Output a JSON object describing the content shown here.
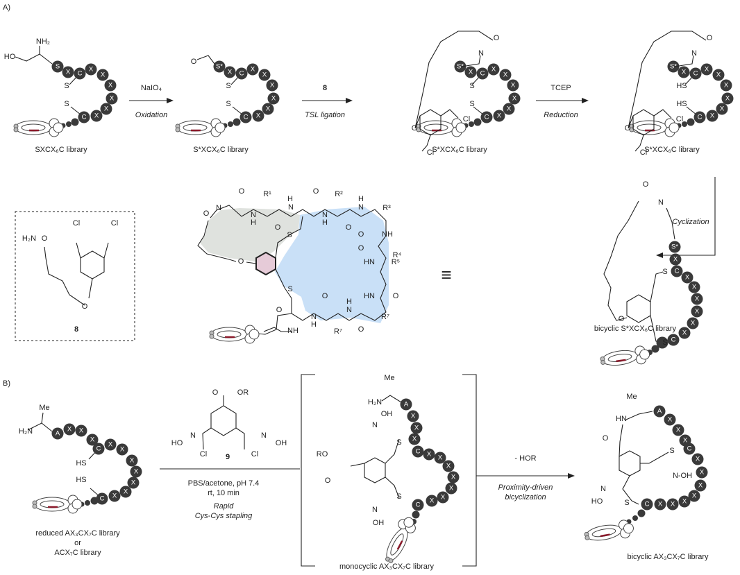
{
  "panel_a": {
    "label": "A)",
    "structures": [
      {
        "caption": "SXCX₆C library",
        "sequence": [
          "S",
          "X",
          "C",
          "X",
          "X",
          "X",
          "X",
          "X",
          "X",
          "C"
        ],
        "atoms": [
          "HO",
          "NH₂",
          "S",
          "S"
        ]
      },
      {
        "caption": "S*XCX₆C library",
        "sequence": [
          "S*",
          "X",
          "C",
          "X",
          "X",
          "X",
          "X",
          "X",
          "X",
          "C"
        ],
        "atoms": [
          "O",
          "S",
          "S"
        ]
      },
      {
        "caption": "S*XCX₆C library",
        "sequence": [
          "S*",
          "X",
          "C",
          "X",
          "X",
          "X",
          "X",
          "X",
          "X",
          "C"
        ],
        "atoms": [
          "O",
          "N",
          "O",
          "Cl",
          "Cl",
          "S",
          "S"
        ]
      },
      {
        "caption": "S*XCX₆C library",
        "sequence": [
          "S*",
          "X",
          "C",
          "X",
          "X",
          "X",
          "X",
          "X",
          "X",
          "C"
        ],
        "atoms": [
          "O",
          "N",
          "O",
          "Cl",
          "Cl",
          "HS",
          "HS"
        ]
      }
    ],
    "arrows": [
      {
        "above": "NaIO₄",
        "below": "Oxidation"
      },
      {
        "above": "8",
        "below": "TSL ligation"
      },
      {
        "above": "TCEP",
        "below": "Reduction"
      },
      {
        "label": "Cyclization"
      }
    ],
    "compound8": {
      "label": "8",
      "atoms": [
        "H₂N",
        "O",
        "Cl",
        "Cl",
        "O"
      ]
    },
    "macrocycle": {
      "atoms": [
        "O",
        "N",
        "O",
        "R¹",
        "N",
        "H",
        "O",
        "H",
        "N",
        "O",
        "R²",
        "N",
        "H",
        "O",
        "H",
        "N",
        "R³",
        "O",
        "NH",
        "O",
        "R⁴",
        "HN",
        "R⁵",
        "HN",
        "O",
        "R⁷",
        "O",
        "H",
        "N",
        "O",
        "R⁷",
        "N",
        "H",
        "O",
        "NH",
        "S",
        "S",
        "O"
      ]
    },
    "equivalence": "≡",
    "bicyclic": {
      "caption": "bicyclic S*XCX₆C library",
      "sequence": [
        "S*",
        "X",
        "C",
        "X",
        "X",
        "X",
        "X",
        "X",
        "X",
        "C"
      ],
      "atoms": [
        "O",
        "N",
        "O",
        "S",
        "S"
      ]
    }
  },
  "panel_b": {
    "label": "B)",
    "reduced": {
      "caption_lines": [
        "reduced AX₃CX₇C library",
        "or",
        "ACX₇C library"
      ],
      "sequence": [
        "A",
        "X",
        "X",
        "X",
        "C",
        "X",
        "X",
        "X",
        "X",
        "X",
        "X",
        "X",
        "C"
      ],
      "atoms": [
        "Me",
        "H₂N",
        "HS",
        "HS"
      ]
    },
    "reagent9": {
      "label": "9",
      "atoms": [
        "O",
        "OR",
        "HO",
        "N",
        "N",
        "OH",
        "Cl",
        "Cl"
      ]
    },
    "conditions": [
      "PBS/acetone, pH 7.4",
      "rt, 10 min"
    ],
    "conditions_italic": [
      "Rapid",
      "Cys-Cys stapling"
    ],
    "monocyclic": {
      "caption": "monocyclic AX₃CX₇C library",
      "sequence": [
        "A",
        "X",
        "X",
        "X",
        "C",
        "X",
        "X",
        "X",
        "X",
        "X",
        "X",
        "X",
        "C"
      ],
      "atoms": [
        "Me",
        "H₂N",
        "OH",
        "N",
        "S",
        "RO",
        "O",
        "S",
        "N",
        "OH"
      ]
    },
    "arrow2": {
      "above": "- HOR",
      "below_lines": [
        "Proximity-driven",
        "bicyclization"
      ]
    },
    "bicyclic": {
      "caption": "bicyclic AX₃CX₇C library",
      "sequence": [
        "A",
        "X",
        "X",
        "X",
        "C",
        "X",
        "X",
        "X",
        "X",
        "X",
        "X",
        "X",
        "C"
      ],
      "atoms": [
        "Me",
        "HN",
        "O",
        "S",
        "N-OH",
        "N",
        "HO",
        "S"
      ]
    }
  },
  "colors": {
    "bead": "#3a3a3a",
    "dna_tag": "#8b1a2b",
    "loop_gray": "#dfe2de",
    "loop_blue": "#c9e0f7",
    "benzene_pink": "#e6cbd8"
  }
}
